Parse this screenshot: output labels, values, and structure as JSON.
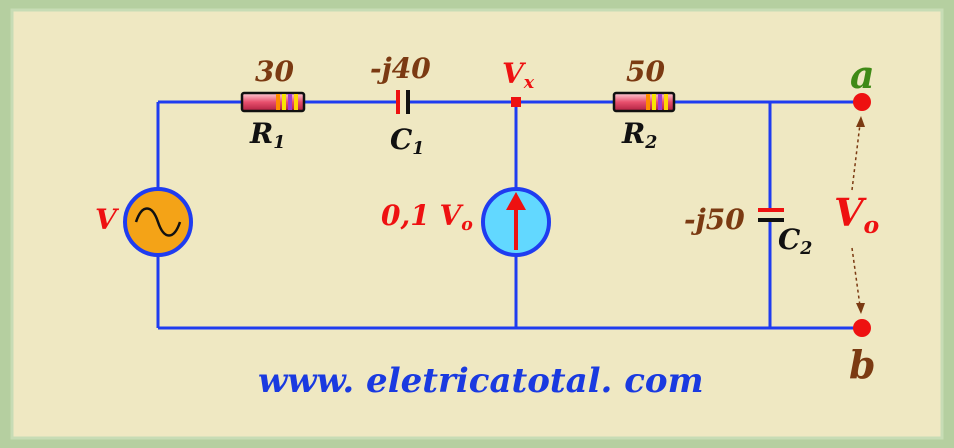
{
  "colors": {
    "background": "#efe8c2",
    "frame": "#b5cfa0",
    "wire": "#1f3cf0",
    "resistor_band": "#cc3355",
    "source_fill": "#f4a317",
    "current_source_fill": "#62d8ff",
    "node": "#ee1111",
    "label_value": "#7b3a12",
    "label_voltage": "#ee1111",
    "terminal_a": "#3f8a16",
    "url": "#1a3ae0"
  },
  "components": {
    "r1": {
      "value": "30",
      "name": "R",
      "sub": "1"
    },
    "c1": {
      "value": "-j40",
      "name": "C",
      "sub": "1"
    },
    "r2": {
      "value": "50",
      "name": "R",
      "sub": "2"
    },
    "c2": {
      "value": "-j50",
      "name": "C",
      "sub": "2"
    },
    "voltage_source": {
      "name": "V",
      "icon": "sine-wave-icon"
    },
    "current_source": {
      "label": "0,1 V",
      "sub": "o",
      "icon": "arrow-up-icon"
    }
  },
  "nodes": {
    "vx": {
      "name": "V",
      "sub": "x"
    },
    "a": {
      "name": "a"
    },
    "b": {
      "name": "b"
    }
  },
  "output": {
    "name": "V",
    "sub": "o"
  },
  "website": "www. eletricatotal. com"
}
